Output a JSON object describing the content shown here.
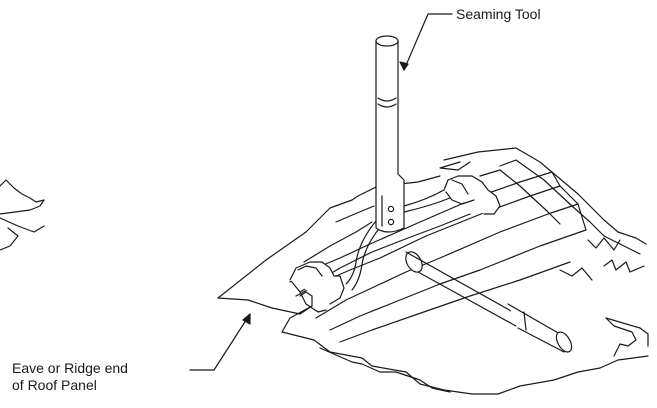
{
  "labels": {
    "seaming_tool": "Seaming Tool",
    "eave_line1": "Eave or Ridge end",
    "eave_line2": "of Roof Panel"
  },
  "colors": {
    "line": "#1a1a1a",
    "fill": "#ffffff",
    "shade": "#d9d9d9"
  }
}
